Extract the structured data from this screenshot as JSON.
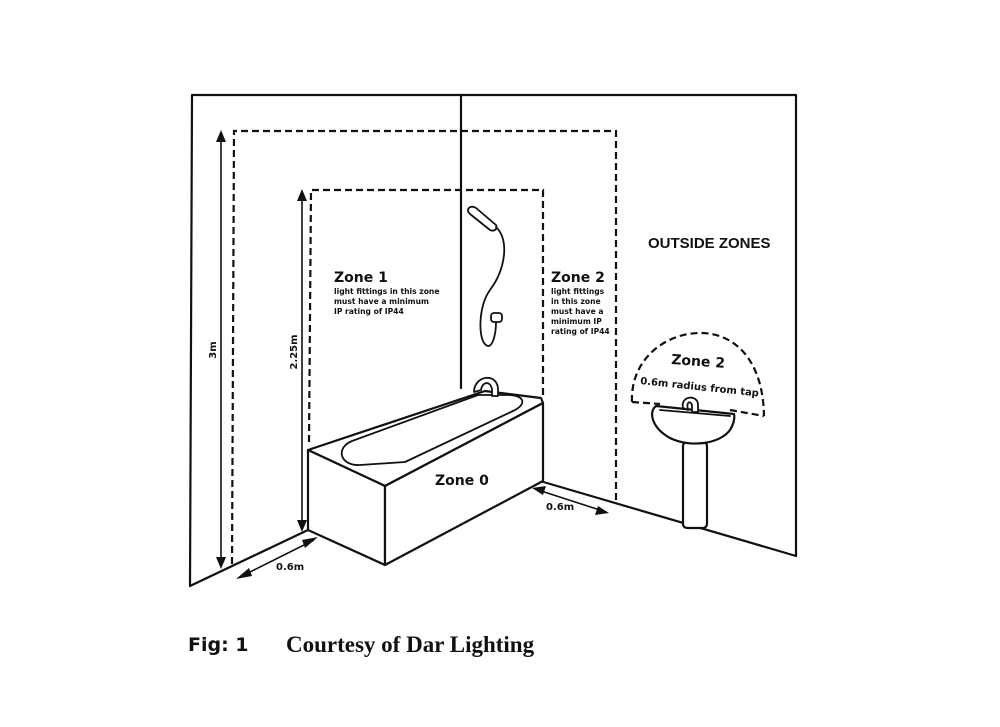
{
  "figure": {
    "fig_label": "Fig: 1",
    "credit": "Courtesy of Dar Lighting"
  },
  "zones": {
    "zone0": {
      "title": "Zone 0"
    },
    "zone1": {
      "title": "Zone 1",
      "note_lines": [
        "light fittings in this zone",
        "must have a minimum",
        "IP rating of IP44"
      ]
    },
    "zone2_shower": {
      "title": "Zone 2",
      "note_lines": [
        "light fittings",
        "in this zone",
        "must have a",
        "minimum IP",
        "rating of IP44"
      ]
    },
    "zone2_basin": {
      "title": "Zone 2",
      "note": "0.6m radius from tap"
    },
    "outside": {
      "title": "OUTSIDE ZONES"
    }
  },
  "dimensions": {
    "height_zone2": "3m",
    "height_zone1": "2.25m",
    "depth_left": "0.6m",
    "depth_right": "0.6m"
  }
}
